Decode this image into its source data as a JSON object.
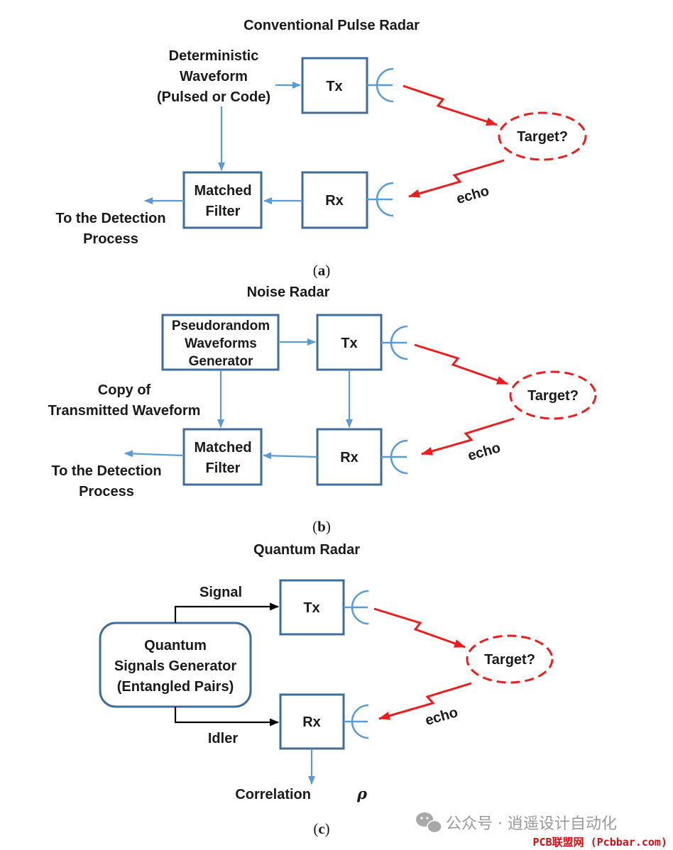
{
  "panel_a": {
    "title": "Conventional Pulse Radar",
    "input_line1": "Deterministic",
    "input_line2": "Waveform",
    "input_line3": "(Pulsed or Code)",
    "tx": "Tx",
    "rx": "Rx",
    "filter_line1": "Matched",
    "filter_line2": "Filter",
    "target": "Target?",
    "echo": "echo",
    "output_line1": "To the Detection",
    "output_line2": "Process",
    "caption_open": "(",
    "caption_letter": "a",
    "caption_close": ")"
  },
  "panel_b": {
    "title": "Noise Radar",
    "gen_line1": "Pseudorandom",
    "gen_line2": "Waveforms",
    "gen_line3": "Generator",
    "copy_line1": "Copy of",
    "copy_line2": "Transmitted Waveform",
    "tx": "Tx",
    "rx": "Rx",
    "filter_line1": "Matched",
    "filter_line2": "Filter",
    "target": "Target?",
    "echo": "echo",
    "output_line1": "To the Detection",
    "output_line2": "Process",
    "caption_open": "(",
    "caption_letter": "b",
    "caption_close": ")"
  },
  "panel_c": {
    "title": "Quantum Radar",
    "gen_line1": "Quantum",
    "gen_line2": "Signals Generator",
    "gen_line3": "(Entangled Pairs)",
    "signal": "Signal",
    "idler": "Idler",
    "tx": "Tx",
    "rx": "Rx",
    "target": "Target?",
    "echo": "echo",
    "correlation": "Correlation",
    "rho": "ρ",
    "caption_open": "(",
    "caption_letter": "c",
    "caption_close": ")"
  },
  "watermark": {
    "text": "公众号 · 逍遥设计自动化",
    "badge": "PCB联盟网 (Pcbbar.com)"
  },
  "colors": {
    "box_border": "#3f6c9a",
    "arrow_blue": "#5b9bd5",
    "signal_red": "#ee1c1c",
    "arrow_black": "#000000"
  }
}
